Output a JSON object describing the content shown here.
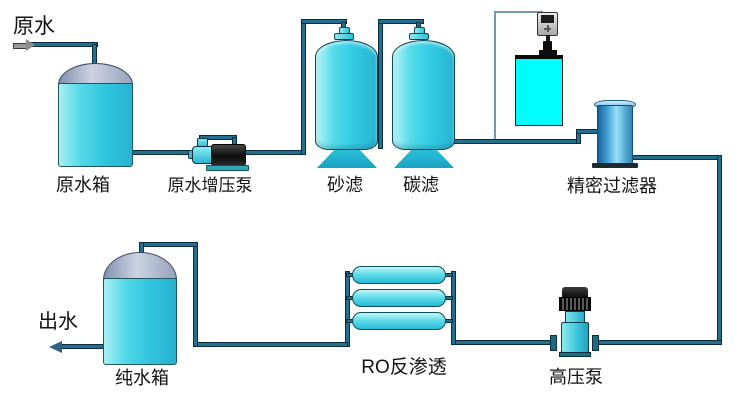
{
  "labels": {
    "raw_water_in": "原水",
    "raw_water_tank": "原水箱",
    "booster_pump": "原水增压泵",
    "sand_filter": "砂滤",
    "carbon_filter": "碳滤",
    "precision_filter": "精密过滤器",
    "ro_unit": "RO反渗透",
    "high_pressure_pump": "高压泵",
    "pure_water_tank": "纯水箱",
    "water_out": "出水"
  },
  "flow_order": [
    "原水",
    "原水箱",
    "原水增压泵",
    "砂滤",
    "碳滤",
    "精密过滤器",
    "高压泵",
    "RO反渗透",
    "纯水箱",
    "出水"
  ],
  "colors": {
    "pipe": "#256e90",
    "thin_dosing_line": "#7097b5",
    "vessel_cyan": "#32cce2",
    "tank_dome_gray": "#c5ccdd",
    "dosing_tank_cyan": "#00fdff",
    "precision_filter_blue": "#2d85b4",
    "motor_black": "#111111",
    "background": "#ffffff"
  }
}
